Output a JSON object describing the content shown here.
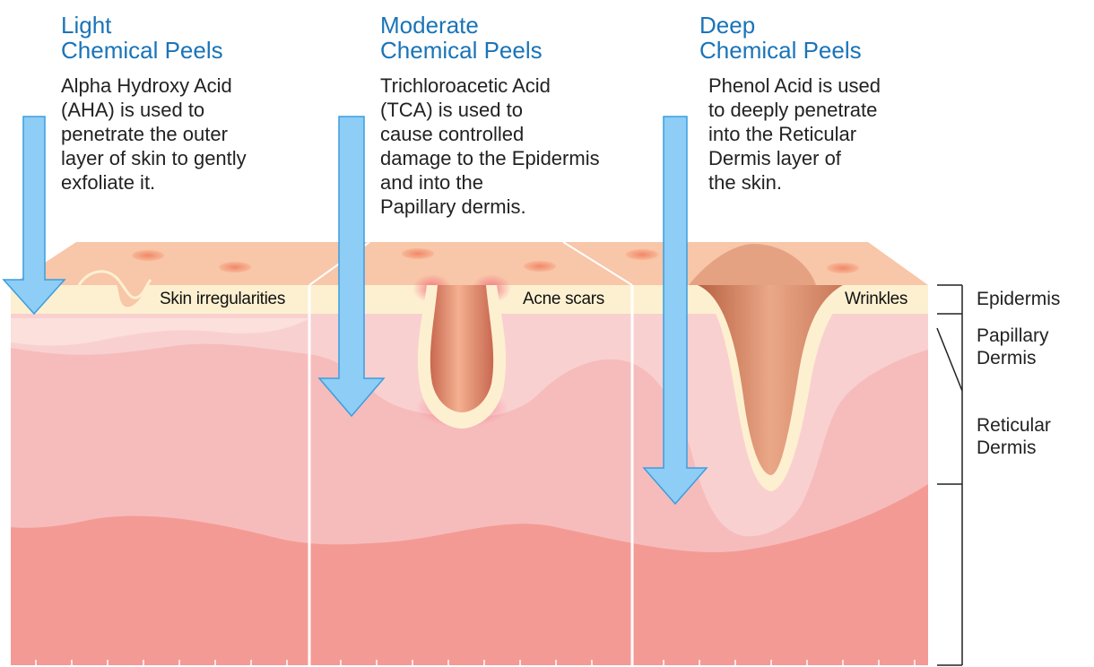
{
  "peels": [
    {
      "title_line1": "Light",
      "title_line2": "Chemical Peels",
      "desc_lines": [
        "Alpha Hydroxy Acid",
        "(AHA) is used to",
        "penetrate the outer",
        "layer of skin to gently",
        "exfoliate it."
      ],
      "condition": "Skin irregularities"
    },
    {
      "title_line1": "Moderate",
      "title_line2": "Chemical Peels",
      "desc_lines": [
        "Trichloroacetic Acid",
        "(TCA) is used to",
        "cause controlled",
        "damage to the Epidermis",
        "and into the",
        "Papillary dermis."
      ],
      "condition": "Acne scars"
    },
    {
      "title_line1": "Deep",
      "title_line2": "Chemical Peels",
      "desc_lines": [
        "Phenol Acid is used",
        "to deeply penetrate",
        "into the Reticular",
        "Dermis layer of",
        "the skin."
      ],
      "condition": "Wrinkles"
    }
  ],
  "layers": {
    "epidermis": "Epidermis",
    "papillary_line1": "Papillary",
    "papillary_line2": "Dermis",
    "reticular_line1": "Reticular",
    "reticular_line2": "Dermis"
  },
  "colors": {
    "title_blue": "#1a74b8",
    "arrow_fill": "#8ecdf5",
    "arrow_stroke": "#3a9ee0",
    "skin_top": "#f8c6a8",
    "epidermis": "#fdf0d0",
    "papillary": "#f9d0d0",
    "dermis": "#f6bcbc",
    "deep_dermis": "#f49a94"
  }
}
